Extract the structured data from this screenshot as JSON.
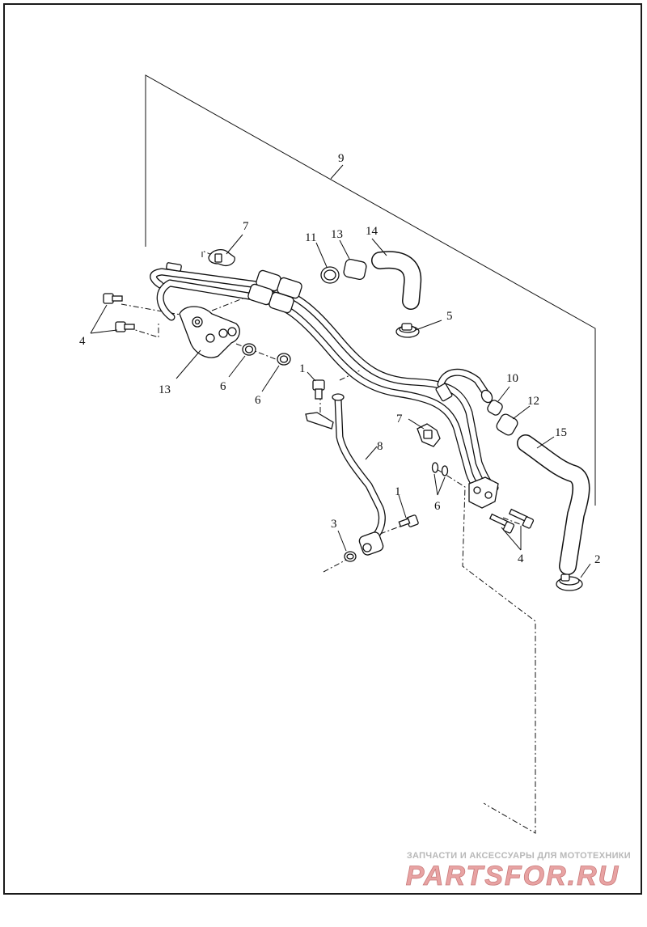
{
  "diagram": {
    "callouts": [
      {
        "id": "c9",
        "text": "9"
      },
      {
        "id": "c7a",
        "text": "7"
      },
      {
        "id": "c11",
        "text": "11"
      },
      {
        "id": "c13a",
        "text": "13"
      },
      {
        "id": "c14",
        "text": "14"
      },
      {
        "id": "c5",
        "text": "5"
      },
      {
        "id": "c4a",
        "text": "4"
      },
      {
        "id": "c13b",
        "text": "13"
      },
      {
        "id": "c6a",
        "text": "6"
      },
      {
        "id": "c6b",
        "text": "6"
      },
      {
        "id": "c1a",
        "text": "1"
      },
      {
        "id": "c10",
        "text": "10"
      },
      {
        "id": "c12",
        "text": "12"
      },
      {
        "id": "c15",
        "text": "15"
      },
      {
        "id": "c7b",
        "text": "7"
      },
      {
        "id": "c8",
        "text": "8"
      },
      {
        "id": "c1b",
        "text": "1"
      },
      {
        "id": "c6c",
        "text": "6"
      },
      {
        "id": "c3",
        "text": "3"
      },
      {
        "id": "c4b",
        "text": "4"
      },
      {
        "id": "c2",
        "text": "2"
      }
    ]
  },
  "watermark": {
    "tagline": "ЗАПЧАСТИ И АКСЕССУАРЫ ДЛЯ МОТОТЕХНИКИ",
    "logo_text": "PARTSFOR.RU",
    "logo_color": "#e8a3a3"
  }
}
